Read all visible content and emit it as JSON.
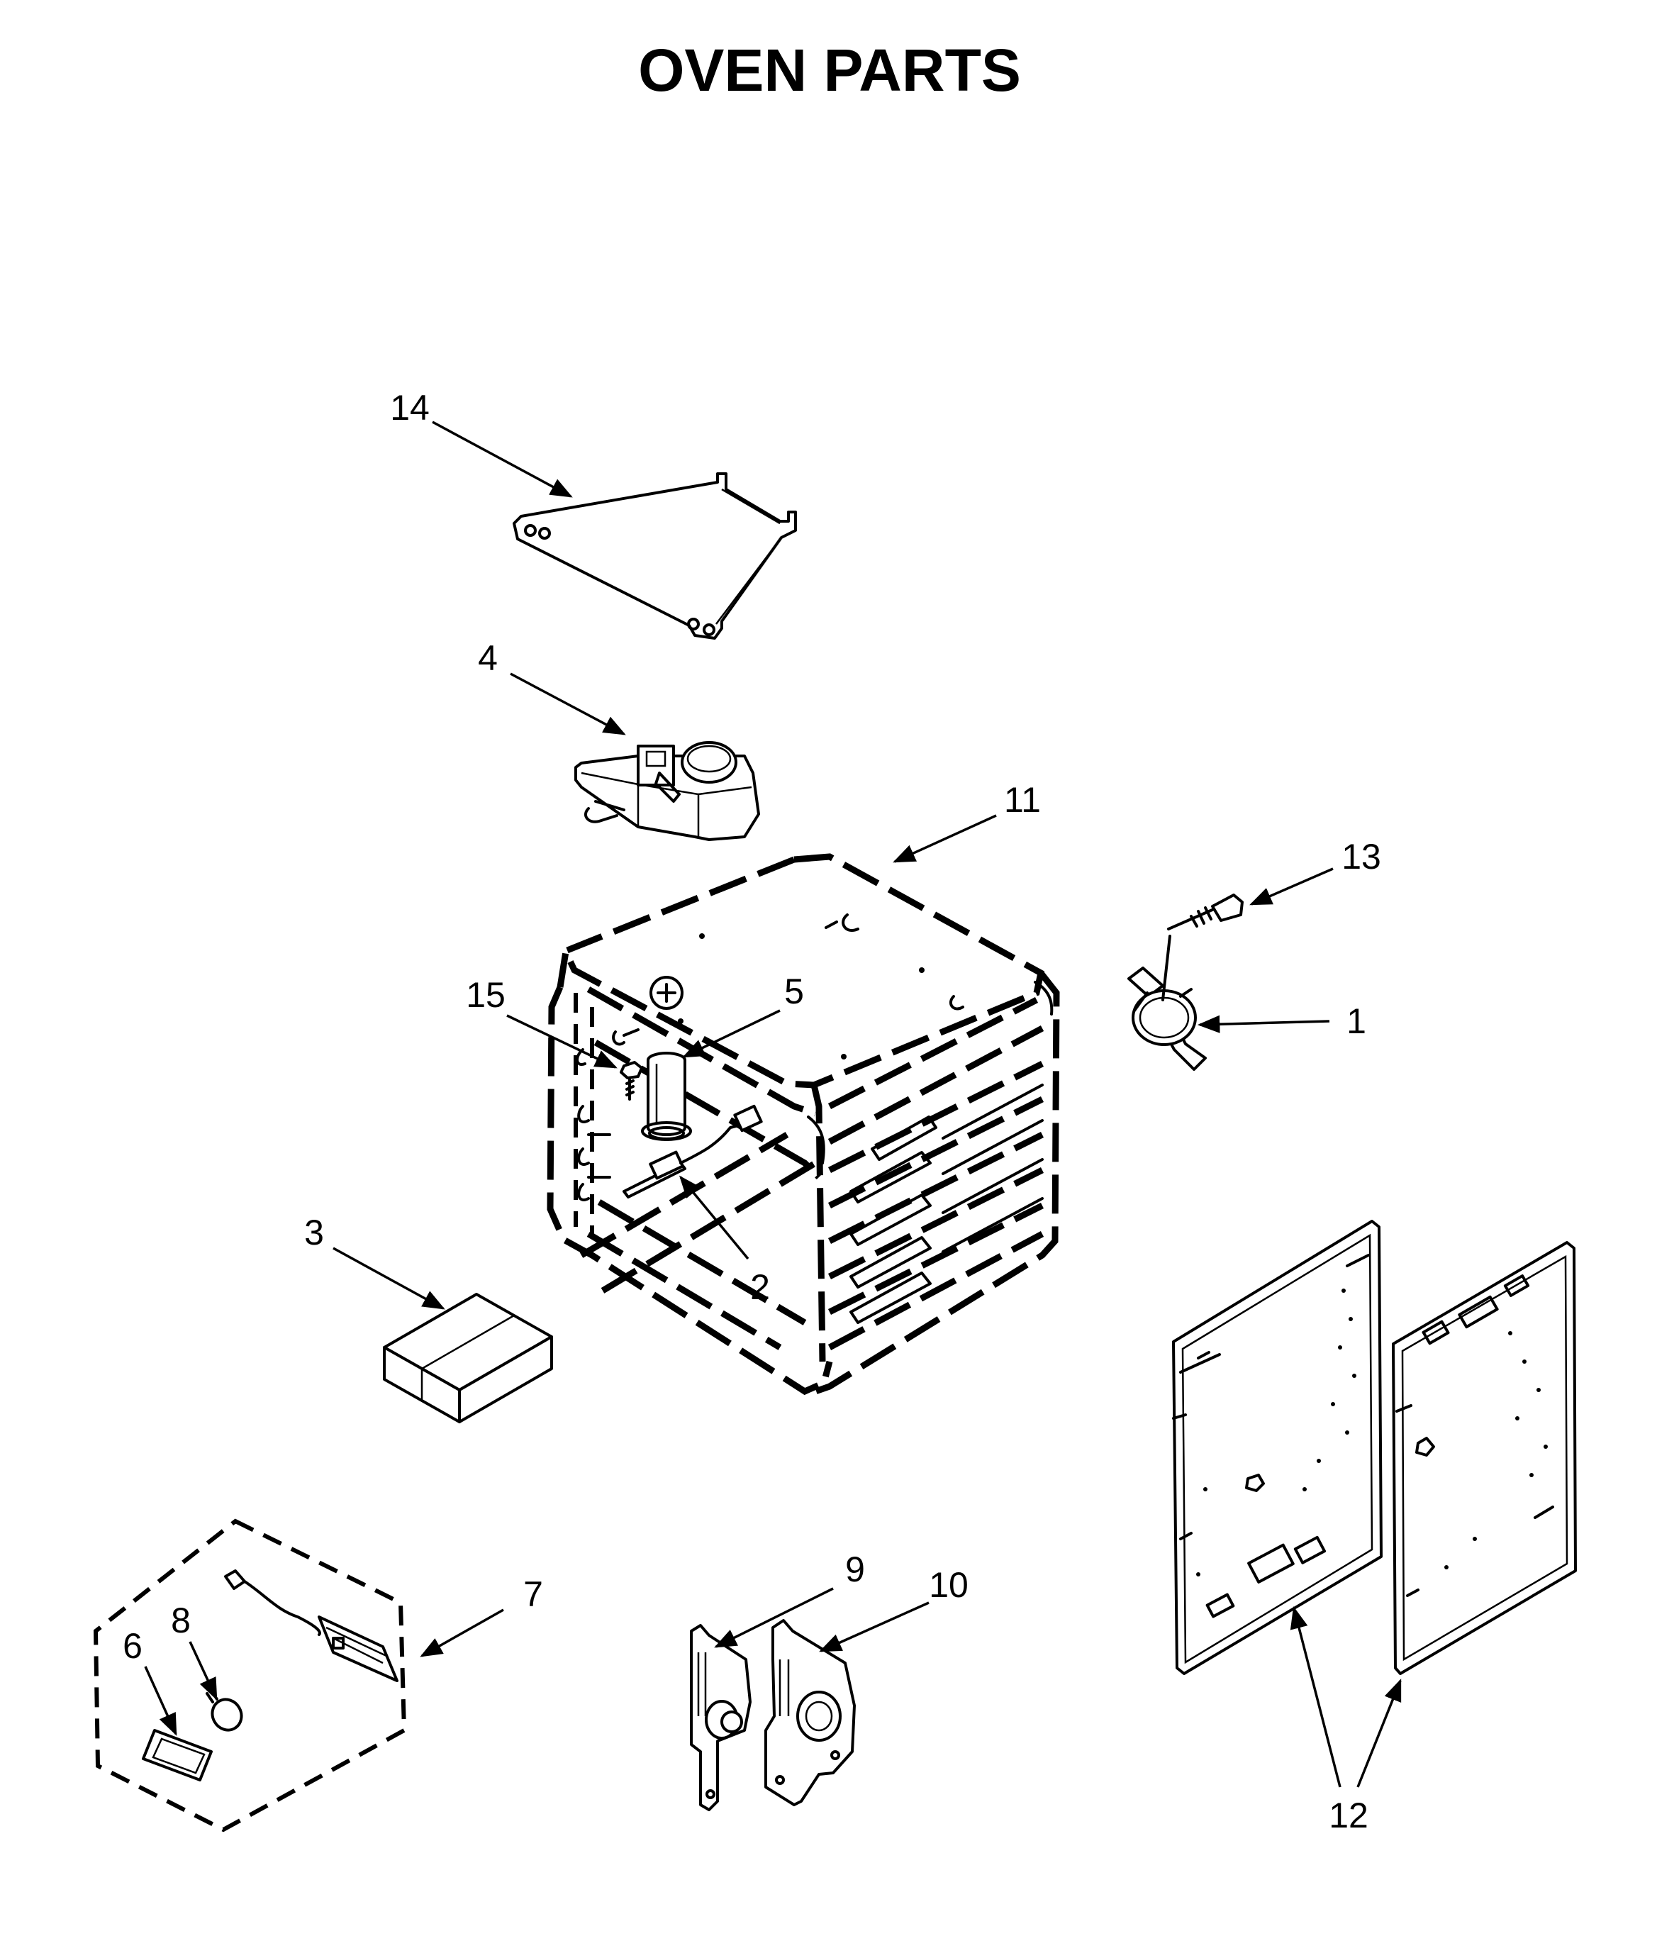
{
  "title": "OVEN PARTS",
  "callouts": [
    {
      "id": "1",
      "label": "1"
    },
    {
      "id": "2",
      "label": "2"
    },
    {
      "id": "3",
      "label": "3"
    },
    {
      "id": "4",
      "label": "4"
    },
    {
      "id": "5",
      "label": "5"
    },
    {
      "id": "6",
      "label": "6"
    },
    {
      "id": "7",
      "label": "7"
    },
    {
      "id": "8",
      "label": "8"
    },
    {
      "id": "9",
      "label": "9"
    },
    {
      "id": "10",
      "label": "10"
    },
    {
      "id": "11",
      "label": "11"
    },
    {
      "id": "12",
      "label": "12"
    },
    {
      "id": "13",
      "label": "13"
    },
    {
      "id": "14",
      "label": "14"
    },
    {
      "id": "15",
      "label": "15"
    }
  ]
}
